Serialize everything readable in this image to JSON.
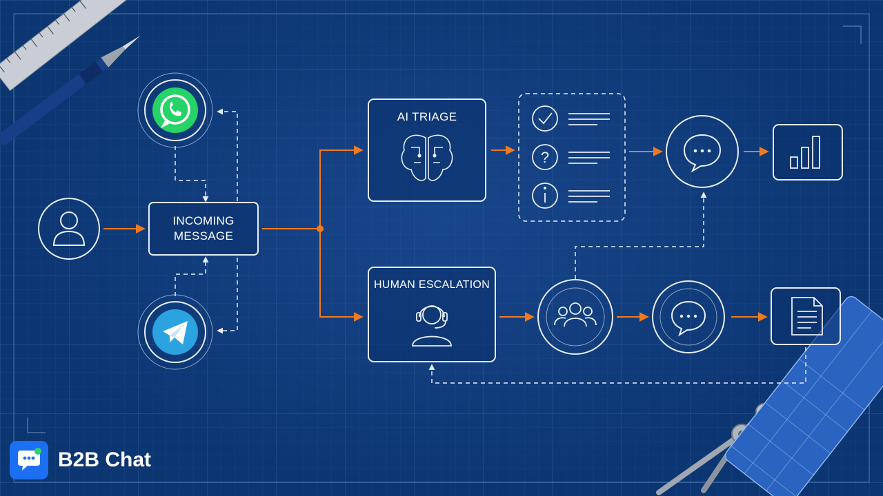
{
  "nodes": {
    "incoming_message": "INCOMING\nMESSAGE",
    "ai_triage": "AI TRIAGE",
    "human_escalation": "HUMAN ESCALATION"
  },
  "icons": {
    "user": "user-icon",
    "whatsapp": "whatsapp-icon",
    "telegram": "telegram-icon",
    "brain": "brain-icon",
    "checklist": "checklist-icon",
    "chat": "chat-bubble-icon",
    "analytics": "bar-chart-icon",
    "agent": "headset-agent-icon",
    "team": "team-icon",
    "document": "document-icon"
  },
  "brand": {
    "name": "B2B Chat"
  },
  "colors": {
    "background": "#0c3672",
    "line": "#e8eef8",
    "accent_arrow": "#f07a22",
    "whatsapp": "#25d366",
    "telegram": "#2aa3e0",
    "brand": "#1d6ff2"
  }
}
